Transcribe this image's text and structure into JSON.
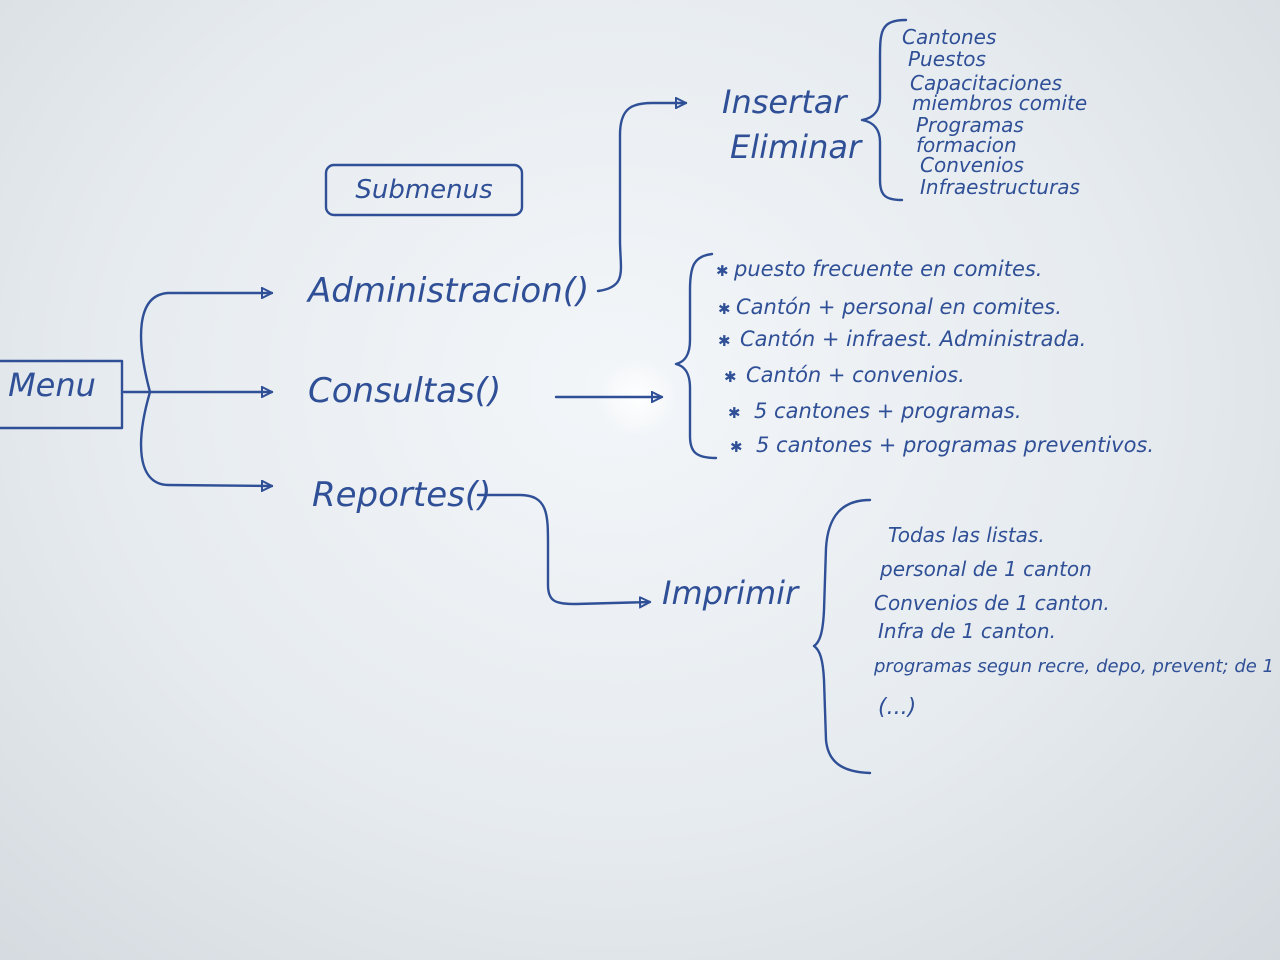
{
  "diagram": {
    "title": "Submenus",
    "menu": "Menu",
    "branches": {
      "administracion": "Administracion()",
      "consultas": "Consultas()",
      "reportes": "Reportes()"
    },
    "admin_actions": [
      "Insertar",
      "Eliminar"
    ],
    "admin_entities": [
      "Cantones",
      "Puestos",
      "Capacitaciones",
      "miembros comite",
      "Programas",
      "formacion",
      "Convenios",
      "Infraestructuras"
    ],
    "consultas_items": [
      "puesto frecuente en comites.",
      "Cantón + personal en comites.",
      "Cantón + infraest. Administrada.",
      "Cantón + convenios.",
      "5 cantones + programas.",
      "5 cantones + programas preventivos."
    ],
    "bullet": "✱",
    "reportes_action": "Imprimir",
    "reportes_items": [
      "Todas las listas.",
      "personal de 1 canton",
      "Convenios de 1 canton.",
      "Infra de 1 canton.",
      "programas segun recre, depo, prevent; de 1",
      "(...)"
    ],
    "colors": {
      "ink": "#2f4f96",
      "board": "#eef2f5"
    }
  }
}
